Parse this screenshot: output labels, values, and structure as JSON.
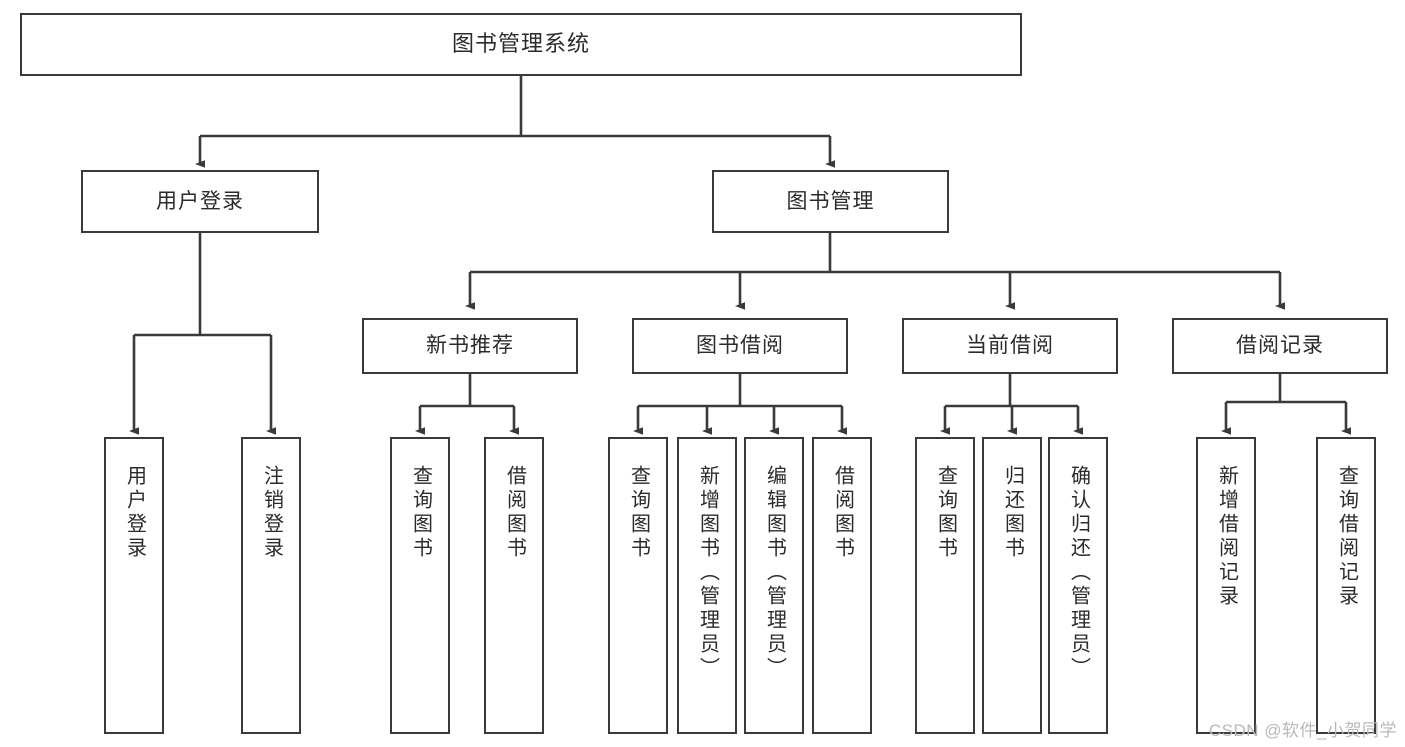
{
  "diagram": {
    "type": "tree",
    "title": "图书管理系统",
    "orientation": "top-down",
    "colors": {
      "box_border": "#3a3a3a",
      "box_fill": "#ffffff",
      "edge": "#3a3a3a",
      "text": "#2b2b2b",
      "watermark": "#b9b9b9",
      "background": "#ffffff"
    },
    "root": {
      "label": "图书管理系统"
    },
    "level1": [
      {
        "label": "用户登录"
      },
      {
        "label": "图书管理"
      }
    ],
    "level2": [
      {
        "label": "新书推荐"
      },
      {
        "label": "图书借阅"
      },
      {
        "label": "当前借阅"
      },
      {
        "label": "借阅记录"
      }
    ],
    "leaves": {
      "user_login": [
        {
          "label": "用户登录"
        },
        {
          "label": "注销登录"
        }
      ],
      "new_book_recommend": [
        {
          "label": "查询图书"
        },
        {
          "label": "借阅图书"
        }
      ],
      "book_borrow": [
        {
          "label": "查询图书"
        },
        {
          "label": "新增图书（管理员）"
        },
        {
          "label": "编辑图书（管理员）"
        },
        {
          "label": "借阅图书"
        }
      ],
      "current_borrow": [
        {
          "label": "查询图书"
        },
        {
          "label": "归还图书"
        },
        {
          "label": "确认归还（管理员）"
        }
      ],
      "borrow_record": [
        {
          "label": "新增借阅记录"
        },
        {
          "label": "查询借阅记录"
        }
      ]
    }
  },
  "watermark": {
    "text": "CSDN @软件_小贺同学"
  }
}
